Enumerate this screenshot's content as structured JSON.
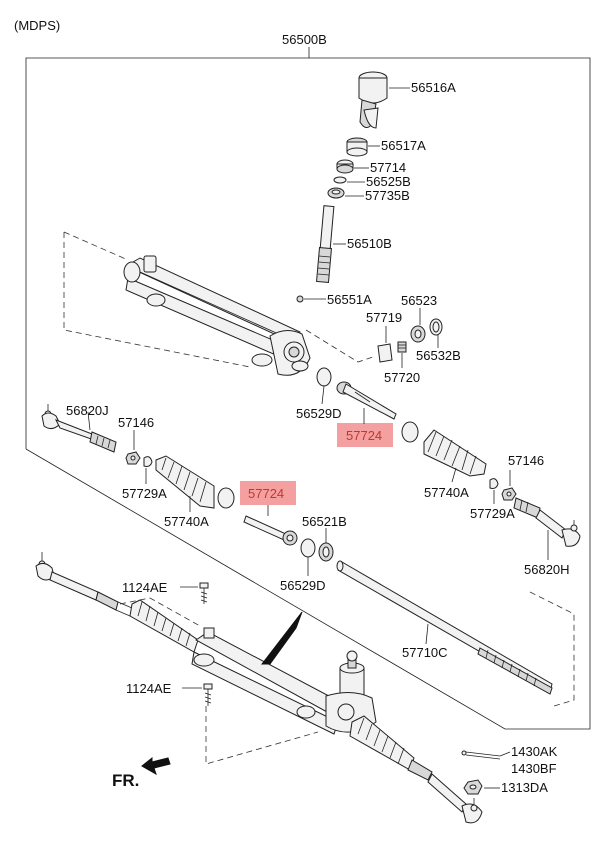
{
  "header": {
    "variant": "(MDPS)",
    "assembly": "56500B"
  },
  "labels": {
    "p56516A": "56516A",
    "p56517A": "56517A",
    "p57714": "57714",
    "p56525B": "56525B",
    "p57735B": "57735B",
    "p56510B": "56510B",
    "p56551A": "56551A",
    "p56523": "56523",
    "p57719": "57719",
    "p56532B": "56532B",
    "p57720": "57720",
    "p56529D_top": "56529D",
    "p57724_top": "57724",
    "p56820J": "56820J",
    "p57146_left": "57146",
    "p57729A_left": "57729A",
    "p57740A_left": "57740A",
    "p57724_mid": "57724",
    "p56521B": "56521B",
    "p56529D_mid": "56529D",
    "p57740A_right": "57740A",
    "p57146_right": "57146",
    "p57729A_right": "57729A",
    "p56820H": "56820H",
    "p1124AE_top": "1124AE",
    "p57710C": "57710C",
    "p1124AE_bottom": "1124AE",
    "p1430AK": "1430AK",
    "p1430BF": "1430BF",
    "p1313DA": "1313DA",
    "fr": "FR."
  },
  "colors": {
    "highlight": "#f4a0a0",
    "highlight_text": "#c0392b"
  },
  "icons": {
    "front_arrow": "arrow-left-icon"
  }
}
